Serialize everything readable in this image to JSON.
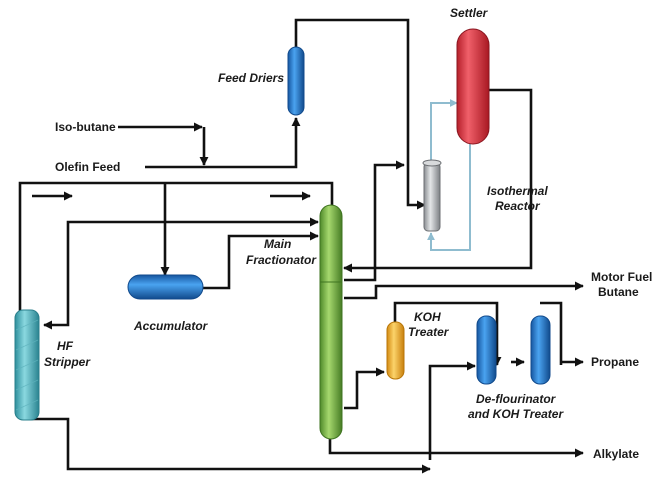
{
  "labels": {
    "settler": "Settler",
    "feed_driers": "Feed Driers",
    "iso_butane": "Iso-butane",
    "olefin_feed": "Olefin Feed",
    "isothermal": "Isothermal",
    "reactor": "Reactor",
    "main": "Main",
    "fractionator": "Fractionator",
    "accumulator": "Accumulator",
    "hf": "HF",
    "stripper": "Stripper",
    "koh": "KOH",
    "treater": "Treater",
    "motor_fuel": "Motor Fuel",
    "butane": "Butane",
    "propane": "Propane",
    "deflourinator": "De-flourinator",
    "and_koh_treater": "and KOH Treater",
    "alkylate": "Alkylate"
  },
  "colors": {
    "settler": "#d9303a",
    "feed_driers": "#1f7fd0",
    "reactor": "#b5b8bc",
    "fractionator": "#7ab648",
    "accumulator": "#1f7fd0",
    "hf_stripper": "#4fb8c4",
    "koh_treater": "#f2b230",
    "deflourinator": "#1f7fd0",
    "lines": "#111111",
    "coolant_lines": "#8fbccf"
  }
}
